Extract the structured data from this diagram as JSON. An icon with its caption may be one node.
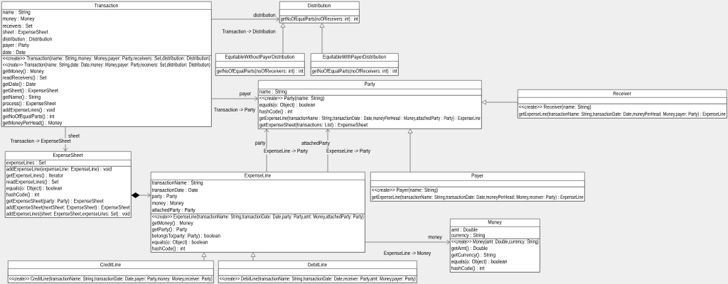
{
  "diagram": {
    "nodes": [
      {
        "text": [
          "Transaction"
        ]
      },
      {
        "text": [
          "name : String",
          "money : Money",
          "receivers : Set",
          "sheet : ExpenseSheet",
          "distribution : Distribution",
          "payer : Party",
          "date : Date"
        ],
        "in": 0
      },
      {
        "text": [
          "<<create>> Transaction(name: String,money: Money,payer: Party,receivers: Set,distribution: Distribution)",
          "<<create>> Transaction(name: String,date: Date,money: Money,payer: Party,receivers: Set,distribution: Distribution)",
          "getMoney() : Money",
          "readReceivers() : Set",
          "getDate() : Date",
          "getSheet() : ExpenseSheet",
          "getName() : String",
          "process() : ExpenseSheet",
          "addExpenseLines() : void",
          "getNoOfEqualParts() : int",
          "getMoneyPerHead() : Money"
        ],
        "in": 0
      },
      {
        "text": [
          "Distribution"
        ]
      },
      {
        "text": [],
        "shape": "box",
        "in": 3
      },
      {
        "text": [
          "getNoOfEqualParts(noOfReceivers: int) : int"
        ],
        "in": 3
      },
      {
        "text": [
          "EquitableWithoutPayerDistribution"
        ]
      },
      {
        "text": [],
        "shape": "box",
        "in": 6
      },
      {
        "text": [
          "getNoOfEqualParts(noOfReceivers: int) : int"
        ],
        "in": 6
      },
      {
        "text": [
          "EquitableWithPayerDistribution"
        ]
      },
      {
        "text": [],
        "shape": "box",
        "in": 9
      },
      {
        "text": [
          "getNoOfEqualParts(noOfReceivers: int) : int"
        ],
        "in": 9
      },
      {
        "text": [
          "Party"
        ]
      },
      {
        "text": [
          "name : String"
        ],
        "in": 12
      },
      {
        "text": [
          "<<create>> Party(name: String)",
          "equals(o: Object) : boolean",
          "hashCode() : int",
          "getExpenseLine(transactionName : String,transactionDate : Date,moneyPerHead : Money,attachedParty : Party) : ExpenseLine",
          "getExpenseSheet(transactions: List) : ExpenseSheet"
        ],
        "in": 12
      },
      {
        "text": [
          "Receiver"
        ]
      },
      {
        "text": [],
        "shape": "box",
        "in": 15
      },
      {
        "text": [
          "<<create>> Receiver(name: String)",
          "getExpenseLine(transactionName: String,transactionDate: Date,moneyPerHead: Money,payer: Party) : ExpenseLine"
        ],
        "in": 15
      },
      {
        "text": [
          "ExpenseSheet"
        ]
      },
      {
        "text": [
          "expenseLines : Set"
        ],
        "in": 18
      },
      {
        "text": [
          "addExpenseLine(expenseLine: ExpenseLine) : void",
          "getExpenseLines() : Iterator",
          "readExpenseLines() : Set",
          "equals(o: Object) : boolean",
          "hashCode() : int",
          "getExpenseSheet(party: Party) : ExpenseSheet",
          "addExpenseSheet(nextSheet: ExpenseSheet) : ExpenseSheet",
          "addExpenseLines(sheet: ExpenseSheet,expenseLines: Set) : void"
        ],
        "in": 18
      },
      {
        "text": [
          "ExpenseLine"
        ]
      },
      {
        "text": [
          "transactionName : String",
          "transactionDate : Date",
          "party : Party",
          "money : Money",
          "attachedParty : Party"
        ],
        "in": 21
      },
      {
        "text": [
          "<<create>> ExpenseLine(transactionName: String,transactionDate: Date,party: Party,amt: Money,attachedParty: Party)",
          "getMoney() : Money",
          "getParty() : Party",
          "belongsTo(party: Party) : boolean",
          "equals(o: Object) : boolean",
          "hashCode() : int"
        ],
        "in": 21
      },
      {
        "text": [
          "Payer"
        ]
      },
      {
        "text": [],
        "shape": "box",
        "in": 24
      },
      {
        "text": [
          "<<create>> Payer(name: String)",
          "getExpenseLine(transactionName: String,transactionDate: Date,moneyPerHead: Money,receiver: Party) : ExpenseLine"
        ],
        "in": 24
      },
      {
        "text": [
          "Money"
        ]
      },
      {
        "text": [
          "amt : Double",
          "currency : String"
        ],
        "in": 27
      },
      {
        "text": [
          "<<create>> Money(amt: Double,currency: String)",
          "getAmt() : Double",
          "getCurrency() : String",
          "equals(o: Object) : boolean",
          "hashCode() : int"
        ],
        "in": 27
      },
      {
        "text": [
          "CreditLine"
        ]
      },
      {
        "text": [],
        "shape": "box",
        "in": 30
      },
      {
        "text": [
          "<<create>> CreditLine(transactionName: String,transactionDate: Date,payer: Party,money: Money,receiver: Party)"
        ],
        "in": 30
      },
      {
        "text": [
          "DebitLine"
        ]
      },
      {
        "text": [],
        "shape": "box",
        "in": 33
      },
      {
        "text": [
          "<<create>> DebitLine(transactionName: String,transactionDate: Date,receiver: Party,amt: Money,payer: Party)"
        ],
        "in": 33
      }
    ],
    "edges": [
      {
        "from": 0,
        "to": 3,
        "arrow": "to",
        "label": "Transaction -> Distribution"
      },
      {
        "from": 6,
        "to": 3,
        "arrow": "to"
      },
      {
        "from": 9,
        "to": 3,
        "arrow": "to"
      },
      {
        "from": 0,
        "to": 12,
        "arrow": "to",
        "label": "Transaction -> Party"
      },
      {
        "from": 15,
        "to": 12,
        "arrow": "to"
      },
      {
        "from": 0,
        "to": 18,
        "arrow": "to",
        "label": "Transaction -> ExpenseSheet"
      },
      {
        "from": 21,
        "to": 12,
        "arrow": "to",
        "label": "ExpenseLine -> Party"
      },
      {
        "from": 21,
        "to": 12,
        "arrow": "to",
        "label": "ExpenseLine -> Party"
      },
      {
        "from": 24,
        "to": 12,
        "arrow": "to"
      },
      {
        "from": 18,
        "to": 21,
        "arrow": "to"
      },
      {
        "from": 21,
        "to": 27,
        "arrow": "to",
        "label": "ExpenseLine -> Money"
      },
      {
        "from": 30,
        "to": 21,
        "arrow": "to"
      },
      {
        "from": 33,
        "to": 21,
        "arrow": "to"
      }
    ],
    "labels": [
      "distribution",
      "payer",
      "sheet",
      "party",
      "attachedParty",
      "money"
    ]
  }
}
